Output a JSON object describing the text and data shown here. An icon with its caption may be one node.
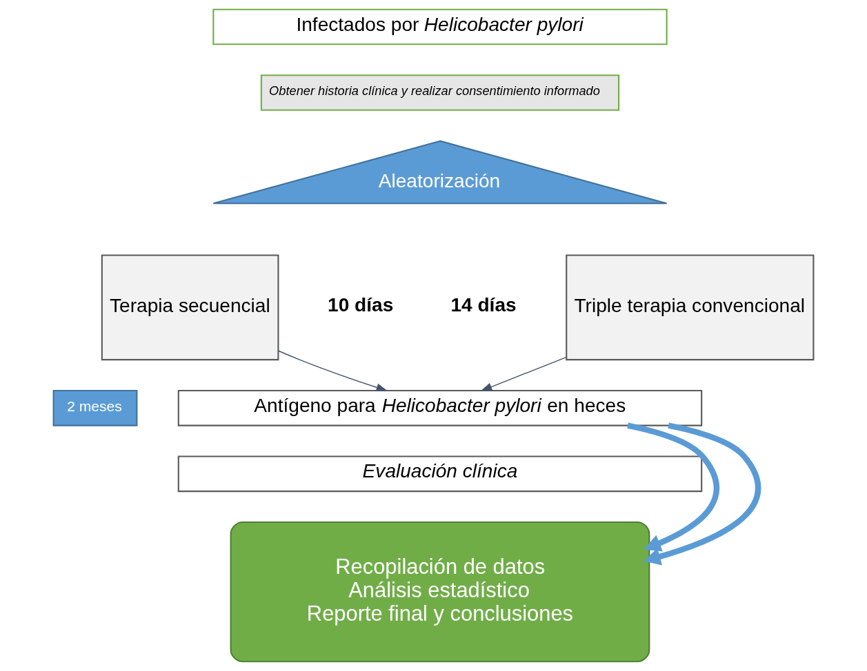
{
  "diagram": {
    "nodes": [
      {
        "text": [
          "Infectados por *Helicobacter pylori*"
        ]
      },
      {
        "text": [
          "Obtener historia clínica y realizar consentimiento informado"
        ]
      },
      {
        "text": [
          "Aleatorización"
        ]
      },
      {
        "text": [
          "Terapia secuencial"
        ],
        "beside": [
          "10 días"
        ]
      },
      {
        "text": [
          "Triple terapia convencional"
        ],
        "beside": [
          "14 días"
        ]
      },
      {
        "text": [
          "Antígeno para *Helicobacter pylori* en heces"
        ]
      },
      {
        "text": [
          "Evaluación clínica"
        ]
      },
      {
        "text": [
          "Recopilación de datos",
          "Análisis estadístico",
          "Reporte final y conclusiones"
        ]
      },
      {
        "text": [
          "2 meses"
        ]
      }
    ],
    "edges": [
      {
        "from": 3,
        "to": 5,
        "arrow": "to",
        "color": "#44546a"
      },
      {
        "from": 4,
        "to": 5,
        "arrow": "to",
        "color": "#44546a"
      },
      {
        "from": 5,
        "to": 7,
        "arrow": "to",
        "style": "thick",
        "color": "#5b9bd5"
      },
      {
        "from": 5,
        "to": 7,
        "arrow": "to",
        "style": "thick",
        "color": "#5b9bd5"
      }
    ]
  }
}
